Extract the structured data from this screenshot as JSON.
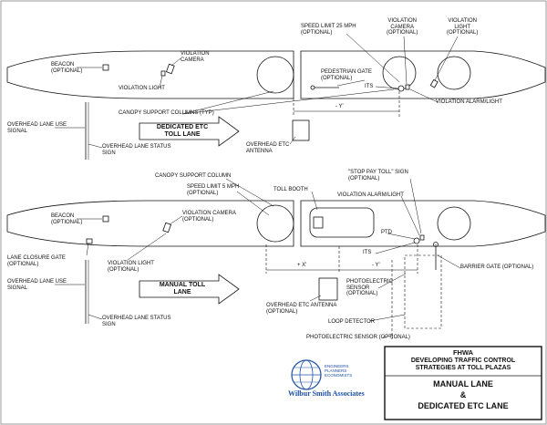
{
  "top": {
    "beacon": "BEACON\n(OPTIONAL)",
    "violation_camera": "VIOLATION\nCAMERA",
    "violation_light": "VIOLATION LIGHT",
    "overhead_lane_use_signal": "OVERHEAD LANE USE\nSIGNAL",
    "canopy_support_columns": "CANOPY SUPPORT COLUMNS (TYP)",
    "overhead_lane_status_sign": "OVERHEAD LANE STATUS\nSIGN",
    "lane_arrow": "DEDICATED ETC\nTOLL LANE",
    "overhead_etc_antenna": "OVERHEAD ETC\nANTENNA",
    "y_dim": "- Y'",
    "speed_limit": "SPEED LIMIT 25 MPH\n(OPTIONAL)",
    "violation_camera_opt": "VIOLATION\nCAMERA\n(OPTIONAL)",
    "violation_light_opt": "VIOLATION\nLIGHT\n(OPTIONAL)",
    "pedestrian_gate": "PEDESTRIAN GATE\n(OPTIONAL)",
    "its": "ITS",
    "violation_alarm_light": "VIOLATION ALARM/LIGHT"
  },
  "bottom": {
    "canopy_support_column": "CANOPY SUPPORT COLUMN",
    "speed_limit": "SPEED LIMIT 5 MPH\n(OPTIONAL)",
    "toll_booth": "TOLL BOOTH",
    "stop_pay_toll_sign": "\"STOP PAY TOLL\" SIGN\n(OPTIONAL)",
    "violation_alarm_light": "VIOLATION ALARM/LIGHT",
    "beacon": "BEACON\n(OPTIONAL)",
    "violation_camera": "VIOLATION  CAMERA\n(OPTIONAL)",
    "ptd": "PTD",
    "its": "ITS",
    "lane_closure_gate": "LANE CLOSURE GATE\n(OPTIONAL)",
    "violation_light": "VIOLATION LIGHT\n(OPTIONAL)",
    "barrier_gate": "BARRIER GATE (OPTIONAL)",
    "x_dim": "+ X'",
    "y_dim": "- Y'",
    "photoelectric_sensor": "PHOTOELECTRIC\nSENSOR\n(OPTIONAL)",
    "overhead_lane_use_signal": "OVERHEAD LANE USE\nSIGNAL",
    "lane_arrow": "MANUAL TOLL\nLANE",
    "overhead_etc_antenna": "OVERHEAD ETC ANTENNA\n(OPTIONAL)",
    "overhead_lane_status_sign": "OVERHEAD  LANE STATUS\nSIGN",
    "loop_detector": "LOOP DETECTOR",
    "photoelectric_sensor_2": "PHOTOELECTRIC SENSOR (OPTIONAL)"
  },
  "logo": {
    "company": "Wilbur Smith Associates",
    "tagline": "ENGINEERS\nPLANNERS\nECONOMISTS"
  },
  "title_block": {
    "agency": "FHWA",
    "subtitle": "DEVELOPING TRAFFIC CONTROL\nSTRATEGIES AT TOLL PLAZAS",
    "line1": "MANUAL LANE",
    "line2": "&",
    "line3": "DEDICATED ETC LANE"
  },
  "colors": {
    "logo_blue": "#1d4fa3"
  }
}
